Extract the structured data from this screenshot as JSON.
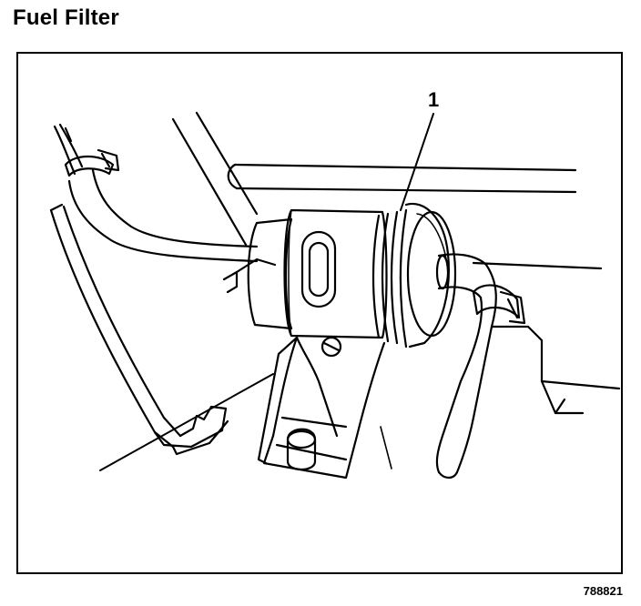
{
  "page": {
    "title": "Fuel Filter",
    "figure_id": "788821"
  },
  "illustration": {
    "callouts": [
      {
        "label": "1"
      }
    ],
    "line_color": "#000000",
    "background_color": "#ffffff"
  }
}
